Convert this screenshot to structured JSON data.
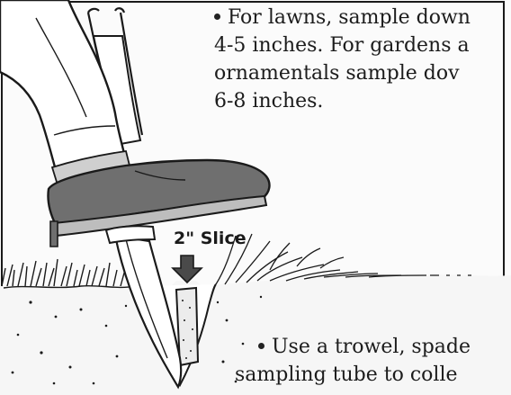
{
  "notes": {
    "top": {
      "lines": [
        "For lawns, sample down",
        "4-5 inches. For gardens a",
        "ornamentals sample dov",
        "6-8 inches."
      ]
    },
    "bottom": {
      "lines": [
        "Use a trowel, spade",
        "sampling tube to colle"
      ]
    }
  },
  "slice_label": "2\" Slice",
  "colors": {
    "ink": "#1a1a1a",
    "shoe": "#6f6f6f",
    "soil": "#f4f4f4"
  },
  "icons": {
    "bullet": "bullet-dot",
    "arrow": "down-arrow-icon"
  }
}
